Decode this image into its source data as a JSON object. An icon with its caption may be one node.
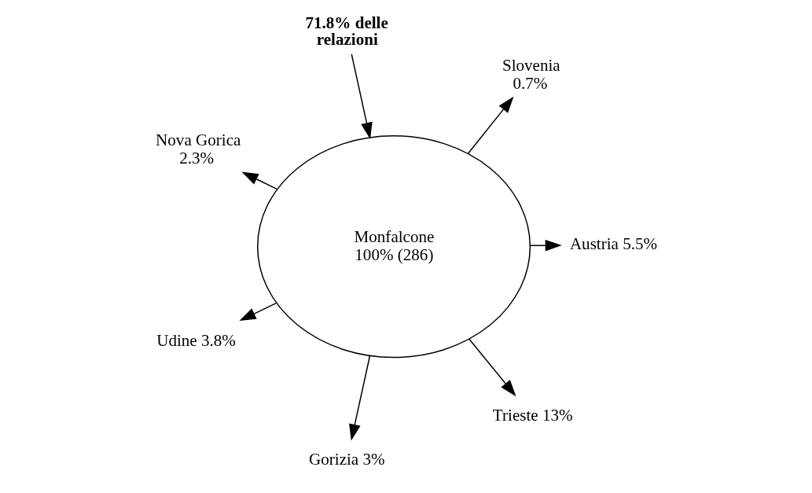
{
  "diagram": {
    "nodes": [
      {
        "text": [
          "Monfalcone 100% (286)"
        ]
      },
      {
        "text": [
          "Austria 5.5%"
        ]
      },
      {
        "text": [
          "Gorizia 3%"
        ]
      },
      {
        "text": [
          "Nova Gorica 2.3%"
        ]
      },
      {
        "text": [
          "Slovenia 0.7%"
        ]
      },
      {
        "text": [
          "71.8% delle relazioni"
        ]
      },
      {
        "text": [
          "Udine 3.8%"
        ]
      },
      {
        "text": [
          "Trieste 13%"
        ]
      }
    ],
    "edges": [
      {
        "from": 0,
        "to": 1,
        "arrow": "to"
      },
      {
        "from": 0,
        "to": 2,
        "arrow": "to"
      },
      {
        "from": 0,
        "to": 3,
        "arrow": "to"
      },
      {
        "from": 0,
        "to": 4,
        "arrow": "to"
      },
      {
        "from": 5,
        "to": 0,
        "arrow": "to"
      },
      {
        "from": 0,
        "to": 6,
        "arrow": "to"
      },
      {
        "from": 0,
        "to": 7,
        "arrow": "to"
      }
    ]
  }
}
